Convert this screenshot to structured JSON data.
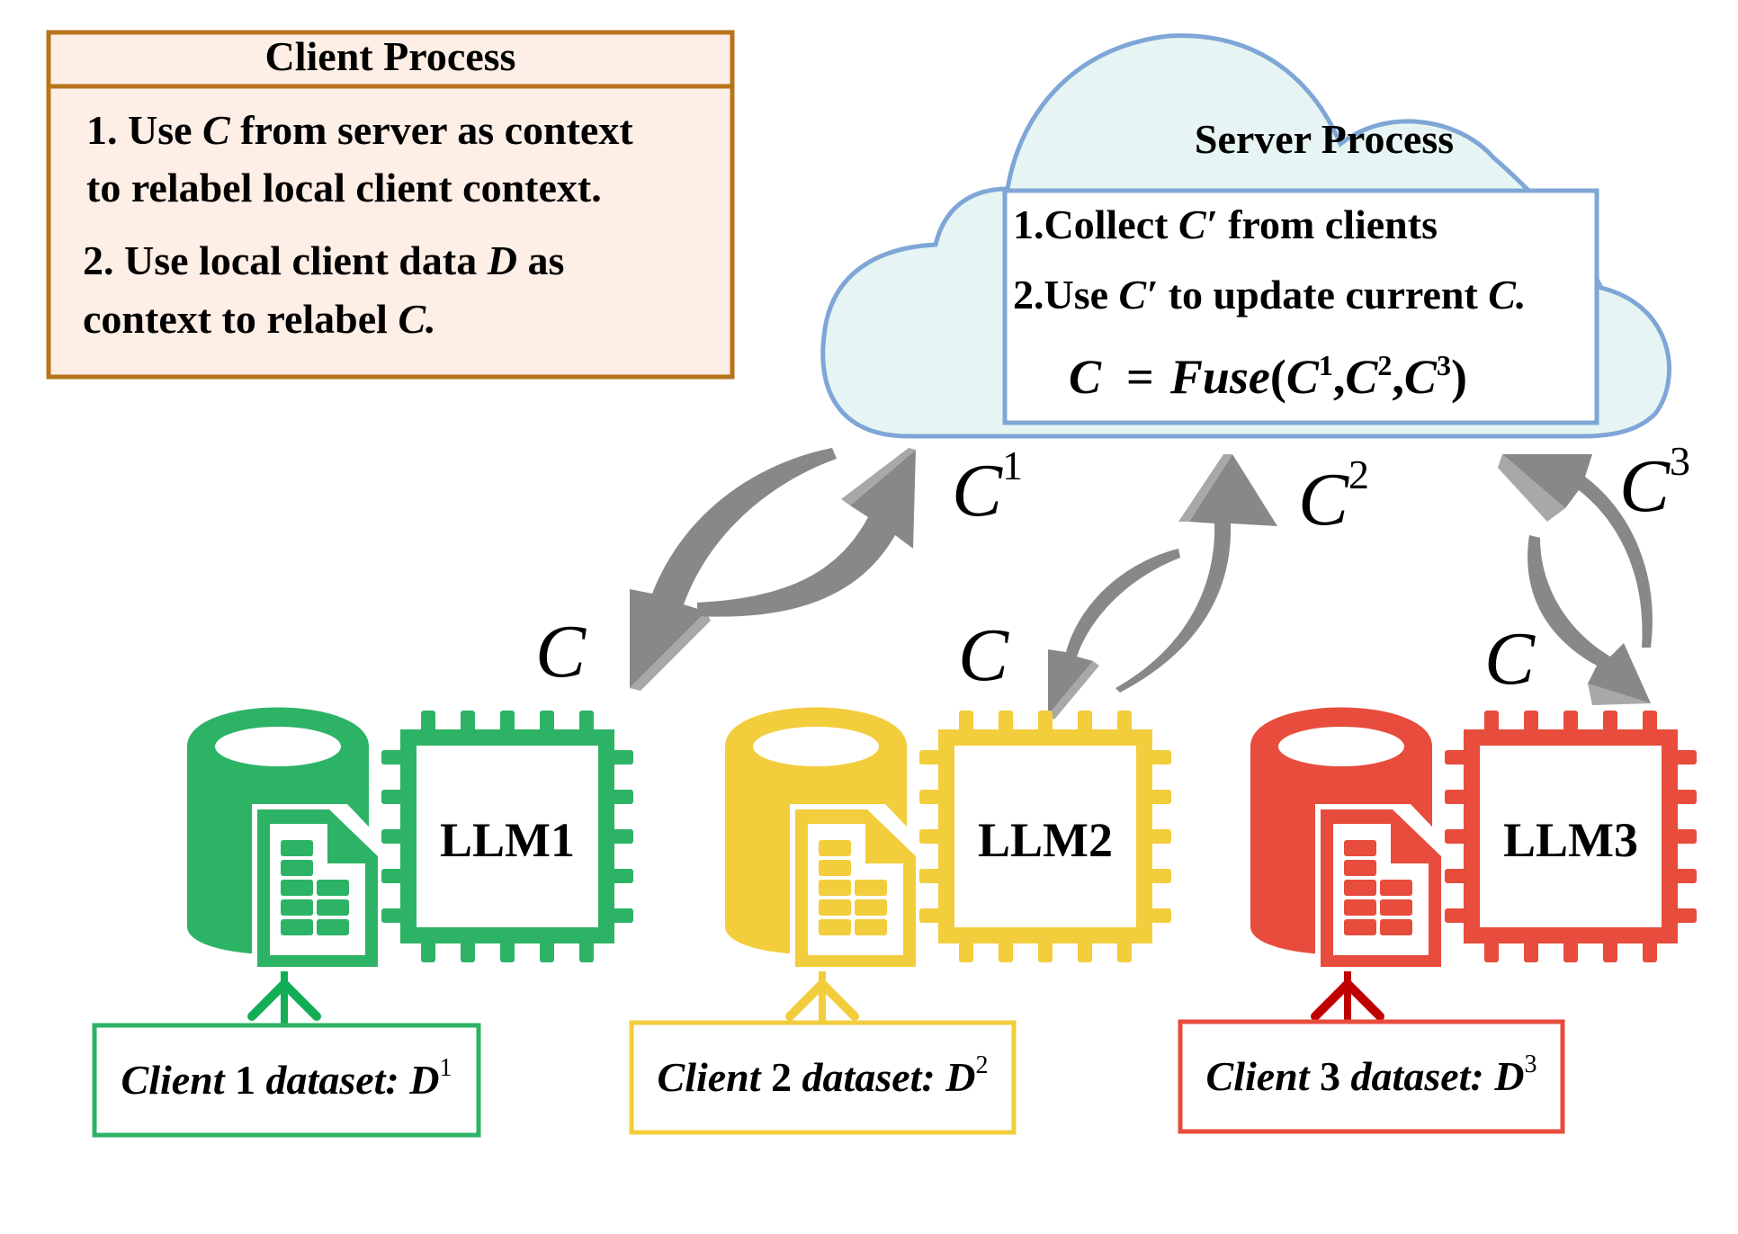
{
  "client_process": {
    "title": "Client Process",
    "step1_line1_a": "1. Use ",
    "step1_line1_var": "C",
    "step1_line1_b": " from server as context",
    "step1_line2": "to relabel local client context.",
    "step2_line1_a": "2. Use local client data ",
    "step2_line1_var": "D",
    "step2_line1_b": " as",
    "step2_line2_a": "context to relabel ",
    "step2_line2_var": "C.",
    "colors": {
      "border": "#b8741a",
      "fill": "#fdeee6"
    }
  },
  "server_process": {
    "title": "Server Process",
    "step1_a": "1.Collect ",
    "step1_var": "C′",
    "step1_b": " from clients",
    "step2_a": "2.Use ",
    "step2_var": "C′",
    "step2_b": " to update current ",
    "step2_var2": "C.",
    "formula": {
      "lhs": "C",
      "eq": "=",
      "fn": "Fuse",
      "open": "(",
      "args": [
        "C",
        "C",
        "C"
      ],
      "sups": [
        "1",
        "2",
        "3"
      ],
      "close": ")"
    },
    "colors": {
      "border": "#7ea6d6",
      "fill": "#e6f5f3"
    }
  },
  "arrow_labels": {
    "up": [
      {
        "base": "C",
        "sup": "1"
      },
      {
        "base": "C",
        "sup": "2"
      },
      {
        "base": "C",
        "sup": "3"
      }
    ],
    "down": [
      "C",
      "C",
      "C"
    ],
    "colors": {
      "dark": "#888888",
      "light": "#a8a8a8"
    }
  },
  "clients": [
    {
      "llm_label": "LLM1",
      "dataset_label": "Client",
      "num": "1",
      "dataset_word": "dataset",
      "colon": ":",
      "var": "D",
      "sup": "1",
      "color": "#2db366",
      "arrow_color": "#13ad55"
    },
    {
      "llm_label": "LLM2",
      "dataset_label": "Client",
      "num": "2",
      "dataset_word": "dataset",
      "colon": ":",
      "var": "D",
      "sup": "2",
      "color": "#f2cd3c",
      "arrow_color": "#f2cd3c"
    },
    {
      "llm_label": "LLM3",
      "dataset_label": "Client",
      "num": "3",
      "dataset_word": "dataset",
      "colon": ":",
      "var": "D",
      "sup": "3",
      "color": "#e74c3c",
      "arrow_color": "#c00000"
    }
  ]
}
